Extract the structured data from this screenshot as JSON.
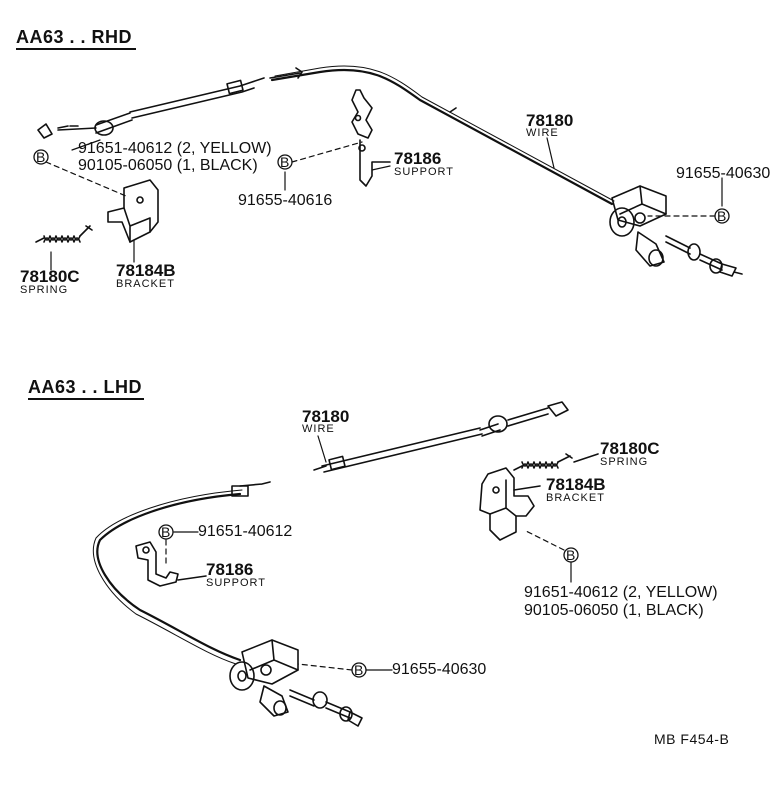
{
  "rhd": {
    "title": "AA63 . . RHD",
    "wire_no": "78180",
    "wire_desc": "WIRE",
    "support_no": "78186",
    "support_desc": "SUPPORT",
    "spring_no": "78180C",
    "spring_desc": "SPRING",
    "bracket_no": "78184B",
    "bracket_desc": "BRACKET",
    "clip_a": "91651-40612 (2, YELLOW)",
    "clip_b": "90105-06050 (1, BLACK)",
    "bolt_support": "91655-40616",
    "bolt_pedal": "91655-40630",
    "bolt_symbol": "B"
  },
  "lhd": {
    "title": "AA63 . . LHD",
    "wire_no": "78180",
    "wire_desc": "WIRE",
    "spring_no": "78180C",
    "spring_desc": "SPRING",
    "bracket_no": "78184B",
    "bracket_desc": "BRACKET",
    "support_no": "78186",
    "support_desc": "SUPPORT",
    "bolt_support": "91651-40612",
    "clip_a": "91651-40612 (2, YELLOW)",
    "clip_b": "90105-06050 (1, BLACK)",
    "bolt_pedal": "91655-40630",
    "bolt_symbol": "B"
  },
  "footer": {
    "code": "MB  F454-B"
  },
  "colors": {
    "ink": "#111111",
    "paper": "#ffffff"
  }
}
